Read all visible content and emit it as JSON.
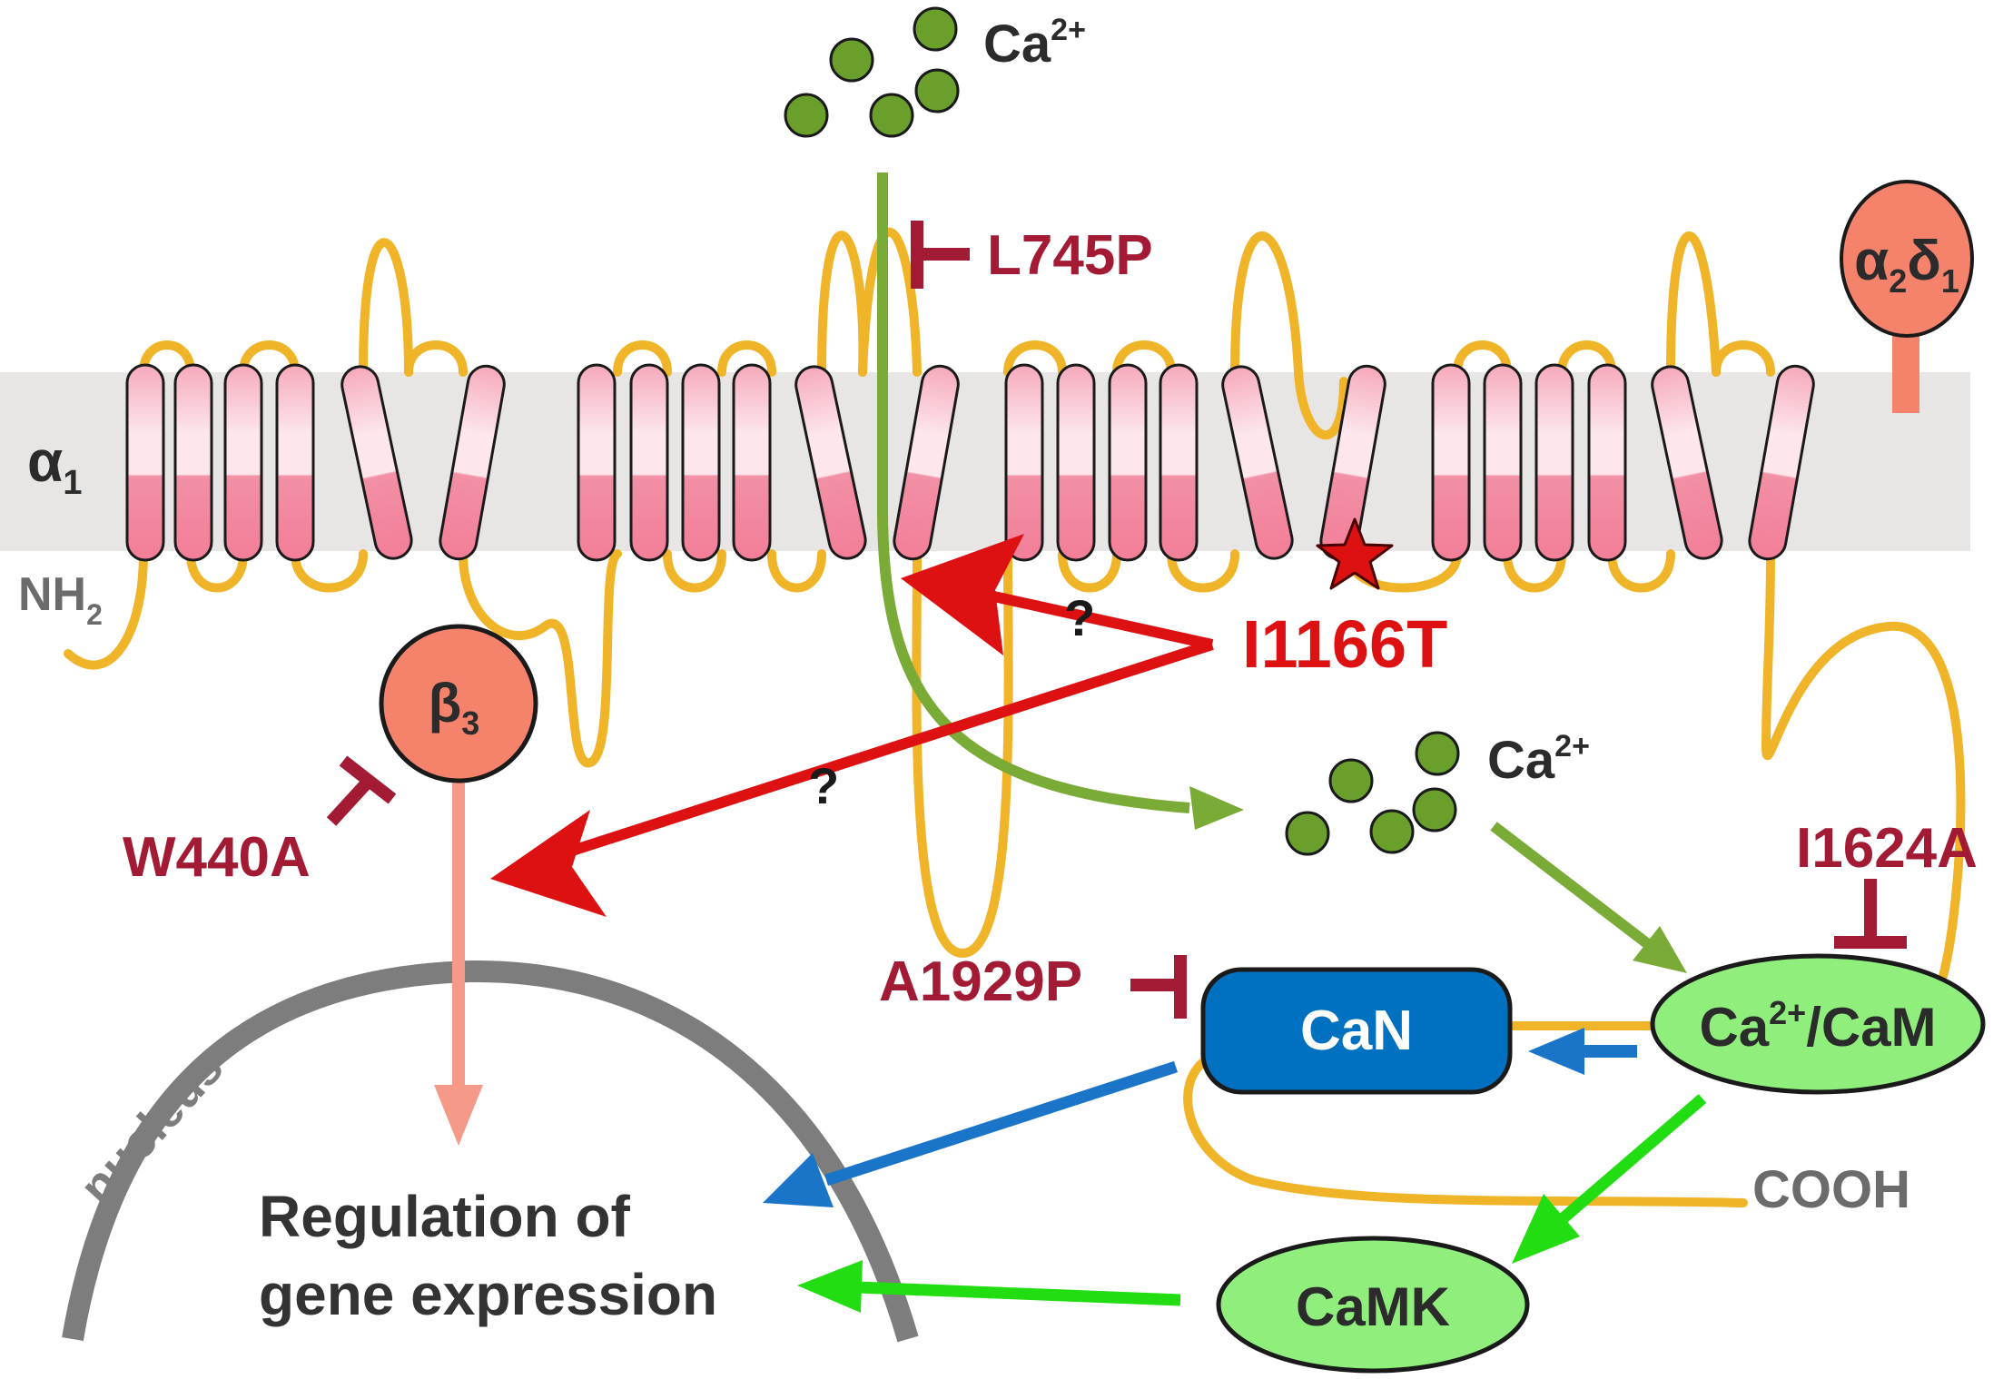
{
  "labels": {
    "ca_top": "Ca",
    "ca_top_sup": "2+",
    "ca_mid": "Ca",
    "ca_mid_sup": "2+",
    "alpha1": "α",
    "alpha1_sub": "1",
    "alpha2delta1_a": "α",
    "alpha2delta1_a_sub": "2",
    "alpha2delta1_d": "δ",
    "alpha2delta1_d_sub": "1",
    "nh2": "NH",
    "nh2_sub": "2",
    "beta3": "β",
    "beta3_sub": "3",
    "cooh": "COOH",
    "nucleus": "nucleus",
    "regulation_line1": "Regulation of",
    "regulation_line2": "gene expression",
    "can": "CaN",
    "cacam_a": "Ca",
    "cacam_sup": "2+",
    "cacam_b": "/CaM",
    "camk": "CaMK",
    "question1": "?",
    "question2": "?"
  },
  "mutations": {
    "l745p": "L745P",
    "i1166t": "I1166T",
    "w440a": "W440A",
    "i1624a": "I1624A",
    "a1929p": "A1929P"
  },
  "colors": {
    "membrane": "#e8e6e4",
    "helix_light": "#fadbe2",
    "helix_dark": "#f28da2",
    "loop": "#f0b429",
    "calcium": "#6a9f2c",
    "green_arrow": "#7aab36",
    "bright_green": "#22dd11",
    "red": "#dd1111",
    "dark_red": "#a31a35",
    "salmon": "#f5836b",
    "salmon_line": "#f59a88",
    "can_blue": "#0070c0",
    "blue_arrow": "#1a75c9",
    "light_green": "#8fee7c",
    "nucleus_gray": "#7d7d7d",
    "text_dark": "#333333",
    "text_gray": "#6b6b6b"
  }
}
